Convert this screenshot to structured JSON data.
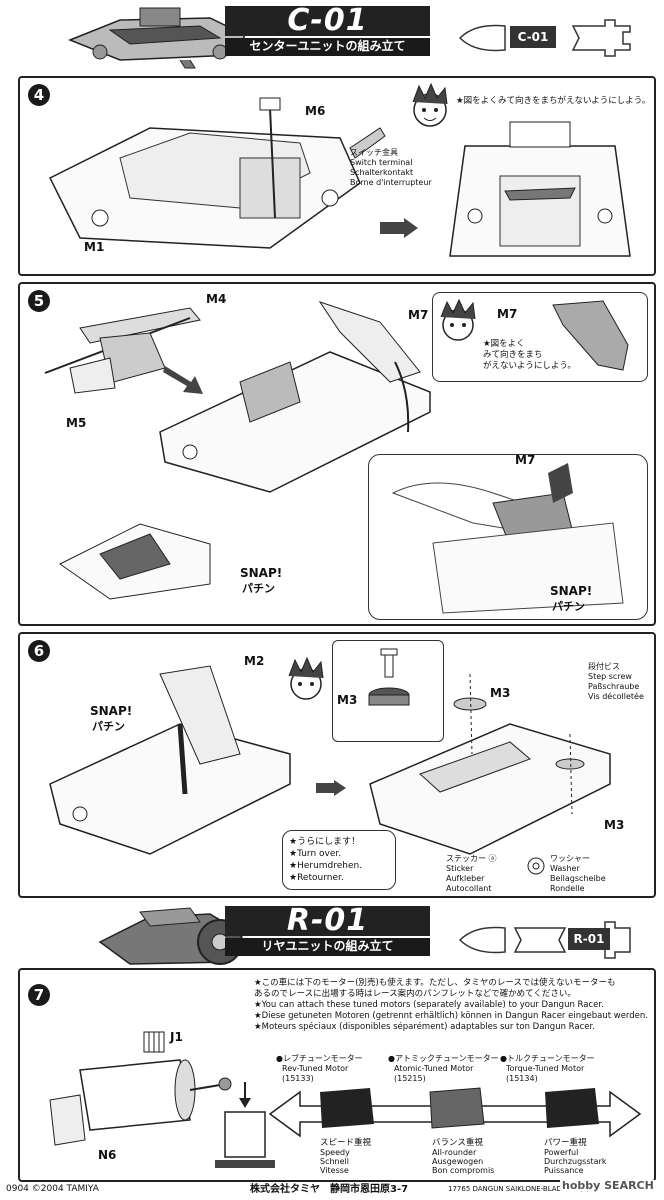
{
  "section_c": {
    "code": "C-01",
    "subtitle": "センターユニットの組み立て",
    "tab": "C-01"
  },
  "step4": {
    "number": "4",
    "part_m6": "M6",
    "part_m1": "M1",
    "note": "★図をよくみて向きをまちがえないようにしよう。",
    "terminal": [
      "スイッチ金具",
      "Switch terminal",
      "Schalterkontakt",
      "Borne d'interrupteur"
    ]
  },
  "step5": {
    "number": "5",
    "part_m4": "M4",
    "part_m5": "M5",
    "part_m7": "M7",
    "bubble_part": "M7",
    "note": [
      "★図をよく",
      "みて向きをまち",
      "がえないようにしよう。"
    ],
    "m7_b": "M7",
    "snap1": [
      "SNAP!",
      "パチン"
    ],
    "snap2": [
      "SNAP!",
      "パチン"
    ]
  },
  "step6": {
    "number": "6",
    "part_m2": "M2",
    "snap": [
      "SNAP!",
      "パチン"
    ],
    "part_m3a": "M3",
    "part_m3b": "M3",
    "part_m3c": "M3",
    "screw": [
      "段付ビス",
      "Step screw",
      "Paßschraube",
      "Vis décolletée"
    ],
    "turnover": [
      "★うらにします！",
      "★Turn over.",
      "★Herumdrehen.",
      "★Retourner."
    ],
    "sticker": [
      "ステッカー ⓐ",
      "Sticker",
      "Aufkleber",
      "Autocollant"
    ],
    "washer": [
      "ワッシャー",
      "Washer",
      "Beilagscheibe",
      "Rondelle"
    ]
  },
  "section_r": {
    "code": "R-01",
    "subtitle": "リヤユニットの組み立て",
    "tab": "R-01"
  },
  "step7": {
    "number": "7",
    "notes": [
      "★この車には下のモーター(別売)も使えます。ただし、タミヤのレースでは使えないモーターも",
      "あるのでレースに出場する時はレース案内のパンフレットなどで確かめてください。",
      "★You can attach these tuned motors (separately available) to your Dangun Racer.",
      "★Diese getuneten Motoren (getrennt erhältlich) können in Dangun Racer eingebaut werden.",
      "★Moteurs spéciaux (disponibles séparément) adaptables sur ton Dangun Racer."
    ],
    "part_j1": "J1",
    "part_n6": "N6",
    "motors": [
      {
        "jp": "●レブチューンモーター",
        "en": "Rev-Tuned Motor",
        "code": "(15133)"
      },
      {
        "jp": "●アトミックチューンモーター",
        "en": "Atomic-Tuned Motor",
        "code": "(15215)"
      },
      {
        "jp": "●トルクチューンモーター",
        "en": "Torque-Tuned Motor",
        "code": "(15134)"
      }
    ],
    "qualities": [
      {
        "jp": "スピード重視",
        "en": "Speedy",
        "de": "Schnell",
        "fr": "Vitesse"
      },
      {
        "jp": "バランス重視",
        "en": "All-rounder",
        "de": "Ausgewogen",
        "fr": "Bon compromis"
      },
      {
        "jp": "パワー重視",
        "en": "Powerful",
        "de": "Durchzugsstark",
        "fr": "Puissance"
      }
    ]
  },
  "footer": {
    "left": "0904 ©2004 TAMIYA",
    "center": "株式会社タミヤ　静岡市恩田原3-7",
    "right": "17765 DANGUN SAIKLONE-BLADE RS (4/6)",
    "watermark": "hobby SEARCH"
  }
}
